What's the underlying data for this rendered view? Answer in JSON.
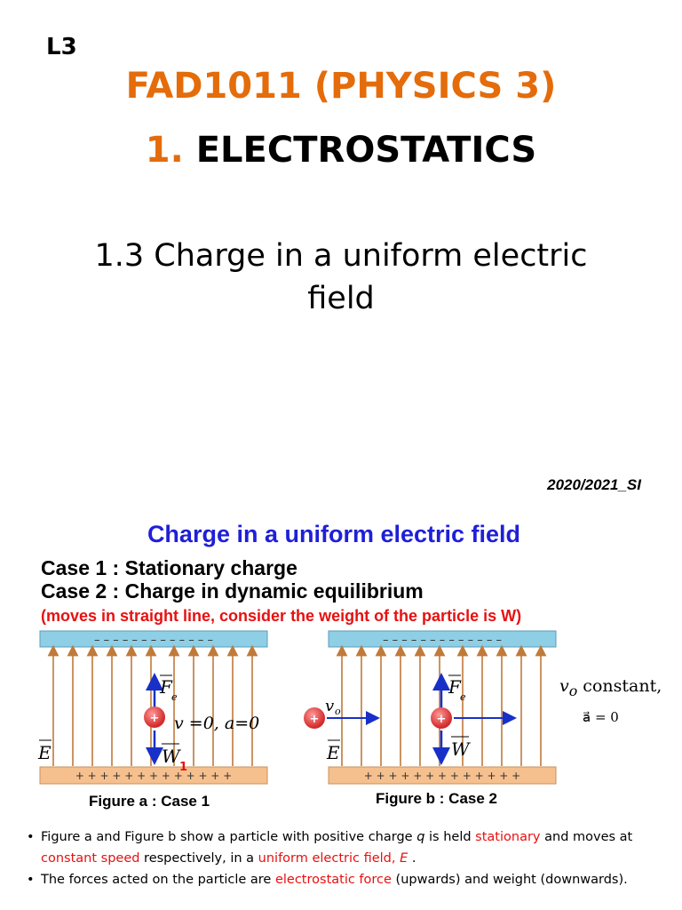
{
  "slide1": {
    "lesson_code": "L3",
    "course_title": "FAD1011 (PHYSICS 3)",
    "chapter_number": "1.",
    "chapter_title": "ELECTROSTATICS",
    "subtopic_line1": "1.3 Charge in a uniform electric",
    "subtopic_line2": "field",
    "session": "2020/2021_SI"
  },
  "slide2": {
    "title": "Charge in a uniform electric field",
    "case1": "Case 1 :  Stationary charge",
    "case2": "Case 2 :  Charge in dynamic equilibrium",
    "case_note": "(moves in straight line, consider the weight of the particle is W)",
    "figure_a": {
      "caption": "Figure a : Case 1",
      "plate_top_sign": "– – – – – – – – – – – – –",
      "plate_bottom_sign": "+ + + + + + + + + + + + +",
      "charge_sign": "+",
      "force_label": "F",
      "force_sub": "e",
      "weight_label": "W",
      "field_label": "E",
      "state_label": "v =0, a=0"
    },
    "figure_b": {
      "caption": "Figure b : Case 2",
      "plate_top_sign": "– – – – – – – – – – – – –",
      "plate_bottom_sign": "+ + + + + + + + + + + + +",
      "charge_sign": "+",
      "force_label": "F",
      "force_sub": "e",
      "weight_label": "W",
      "field_label": "E",
      "velocity_label": "v",
      "velocity_sub": "o"
    },
    "v0_constant": {
      "symbol": "v",
      "sub": "o",
      "text": " constant,"
    },
    "acceleration": "a⃗ = 0",
    "page_mark": "1",
    "bullets": [
      {
        "p1": "Figure a and Figure b show a particle with positive  charge ",
        "q": "q",
        "p2": " is held ",
        "r1": "stationary",
        "p3": " and moves at ",
        "r2": "constant speed",
        "p4": " respectively, in a ",
        "r3": "uniform electric field, ",
        "r4": "E",
        "p5": " ."
      },
      {
        "p1": "The forces acted on the particle are ",
        "r1": "electrostatic force",
        "p2": " (upwards) and weight (downwards)."
      }
    ],
    "colors": {
      "title_orange": "#e46c0a",
      "slide_title_blue": "#1f1fd8",
      "note_red": "#e81010",
      "plate_negative": "#8ecfe6",
      "plate_positive": "#f6c08e",
      "field_line": "#c07a3a",
      "charge": "#e23a3a"
    }
  }
}
